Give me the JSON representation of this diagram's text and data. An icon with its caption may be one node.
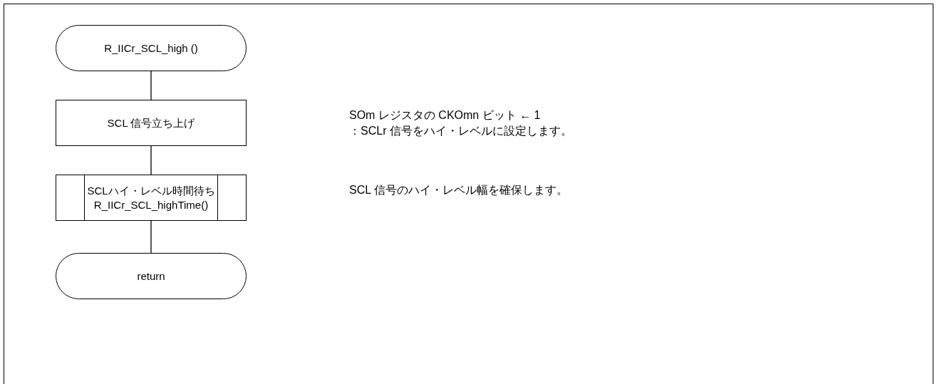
{
  "diagram": {
    "nodes": [
      {
        "text": [
          "R_IICr_SCL_high ()"
        ]
      },
      {
        "text": [
          "SCL 信号立ち上げ"
        ]
      },
      {
        "text": [
          "SCLハイ・レベル時間待ち",
          "R_IICr_SCL_highTime()"
        ]
      },
      {
        "text": [
          "return"
        ]
      }
    ],
    "edges": [
      {
        "from": 0,
        "to": 1,
        "arrow": "none"
      },
      {
        "from": 1,
        "to": 2,
        "arrow": "none"
      },
      {
        "from": 2,
        "to": 3,
        "arrow": "none"
      }
    ],
    "labels": [
      "SOm レジスタの CKOmn ビット ← 1",
      "：SCLr 信号をハイ・レベルに設定します。",
      "SCL 信号のハイ・レベル幅を確保します。"
    ]
  }
}
